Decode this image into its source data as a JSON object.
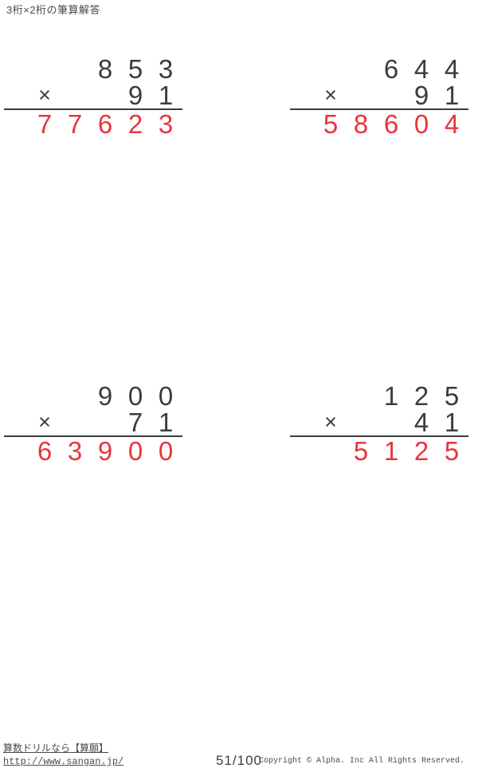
{
  "page": {
    "title": "3桁×2桁の筆算解答",
    "page_number": "51/100",
    "copyright": "Copyright © Alpha. Inc All Rights Reserved.",
    "footer": {
      "site_label": "算数ドリルなら【算願】",
      "site_url": "http://www.sangan.jp/"
    },
    "colors": {
      "ink": "#3c3c3c",
      "answer_red": "#e8353b"
    }
  },
  "problems": [
    {
      "multiplicand": "853",
      "multiplier": "91",
      "operator": "×",
      "product": "77623",
      "row1": [
        "",
        "",
        "8",
        "5",
        "3"
      ],
      "row2": [
        "×",
        "",
        "",
        "9",
        "1"
      ],
      "row3": [
        "7",
        "7",
        "6",
        "2",
        "3"
      ]
    },
    {
      "multiplicand": "644",
      "multiplier": "91",
      "operator": "×",
      "product": "58604",
      "row1": [
        "",
        "",
        "6",
        "4",
        "4"
      ],
      "row2": [
        "×",
        "",
        "",
        "9",
        "1"
      ],
      "row3": [
        "5",
        "8",
        "6",
        "0",
        "4"
      ]
    },
    {
      "multiplicand": "900",
      "multiplier": "71",
      "operator": "×",
      "product": "63900",
      "row1": [
        "",
        "",
        "9",
        "0",
        "0"
      ],
      "row2": [
        "×",
        "",
        "",
        "7",
        "1"
      ],
      "row3": [
        "6",
        "3",
        "9",
        "0",
        "0"
      ]
    },
    {
      "multiplicand": "125",
      "multiplier": "41",
      "operator": "×",
      "product": "5125",
      "row1": [
        "",
        "",
        "1",
        "2",
        "5"
      ],
      "row2": [
        "×",
        "",
        "",
        "4",
        "1"
      ],
      "row3": [
        "",
        "5",
        "1",
        "2",
        "5"
      ]
    }
  ]
}
